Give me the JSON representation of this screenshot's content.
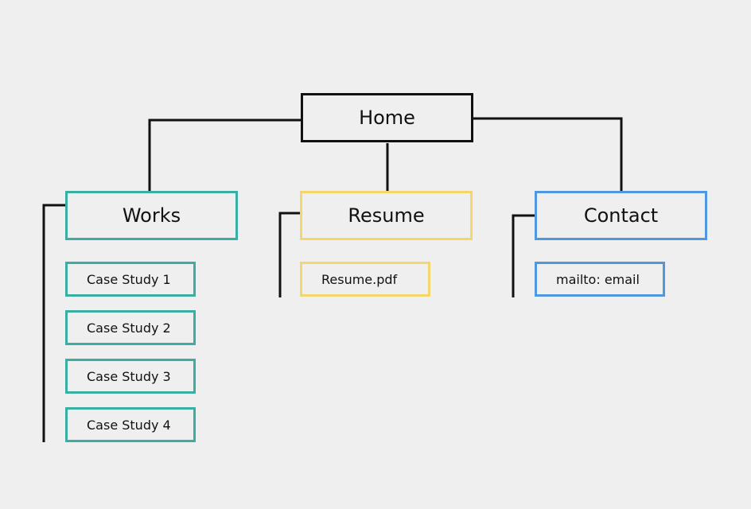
{
  "diagram": {
    "colors": {
      "background": "#efefef",
      "line": "#111111",
      "home": "#111111",
      "works": "#3aaea3",
      "resume": "#f5d66b",
      "contact": "#4f98df"
    },
    "home": {
      "label": "Home"
    },
    "sections": [
      {
        "label": "Works",
        "color": "#3aaea3",
        "children": [
          "Case Study 1",
          "Case Study 2",
          "Case Study 3",
          "Case Study 4"
        ]
      },
      {
        "label": "Resume",
        "color": "#f5d66b",
        "children": [
          "Resume.pdf"
        ]
      },
      {
        "label": "Contact",
        "color": "#4f98df",
        "children": [
          "mailto: email"
        ]
      }
    ]
  }
}
